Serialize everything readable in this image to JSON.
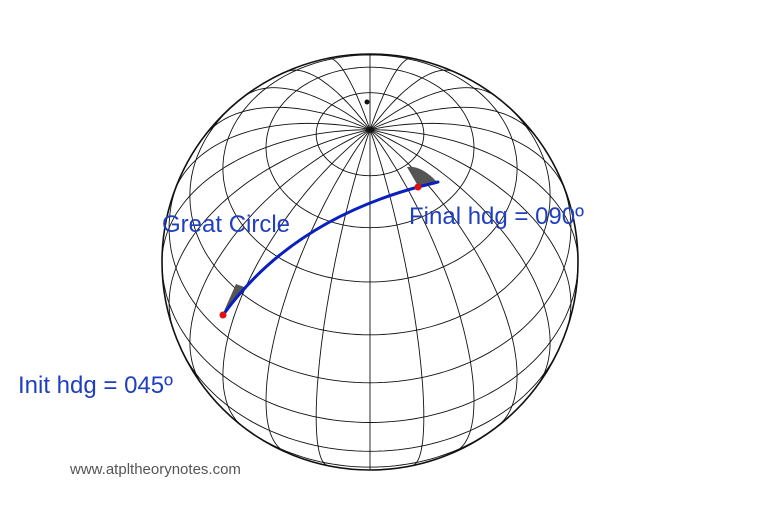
{
  "labels": {
    "great_circle": "Great Circle",
    "final_heading": "Final hdg = 090º",
    "initial_heading": "Init hdg = 045º",
    "website": "www.atpltheorynotes.com"
  },
  "colors": {
    "route": "#0a1fbf",
    "label_text": "#1f3fbf",
    "grid": "#111111",
    "heading_wedge": "#555555",
    "endpoint": "#e01010",
    "website": "#555555"
  }
}
